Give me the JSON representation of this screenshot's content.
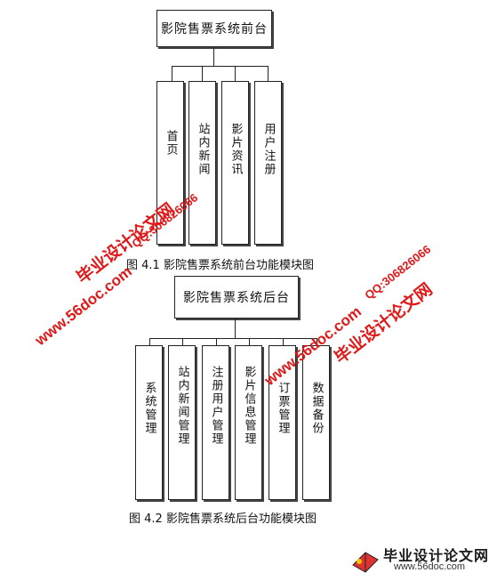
{
  "front_chart": {
    "root": "影院售票系统前台",
    "children": [
      "首页",
      "站内新闻",
      "影片资讯",
      "用户注册"
    ],
    "caption": "图 4.1  影院售票系统前台功能模块图"
  },
  "back_chart": {
    "root": "影院售票系统后台",
    "children": [
      "系统管理",
      "站内新闻管理",
      "注册用户管理",
      "影片信息管理",
      "订票管理",
      "数据备份"
    ],
    "caption": "图 4.2 影院售票系统后台功能模块图"
  },
  "watermarks": {
    "site_name": "毕业设计论文网",
    "qq": "QQ:306826066",
    "url": "www.56doc.com",
    "red_color": "#e01818",
    "blue_color": "#1a3fa8"
  },
  "footer": {
    "title": "毕业设计论文网",
    "url": "www.56doc.com"
  }
}
